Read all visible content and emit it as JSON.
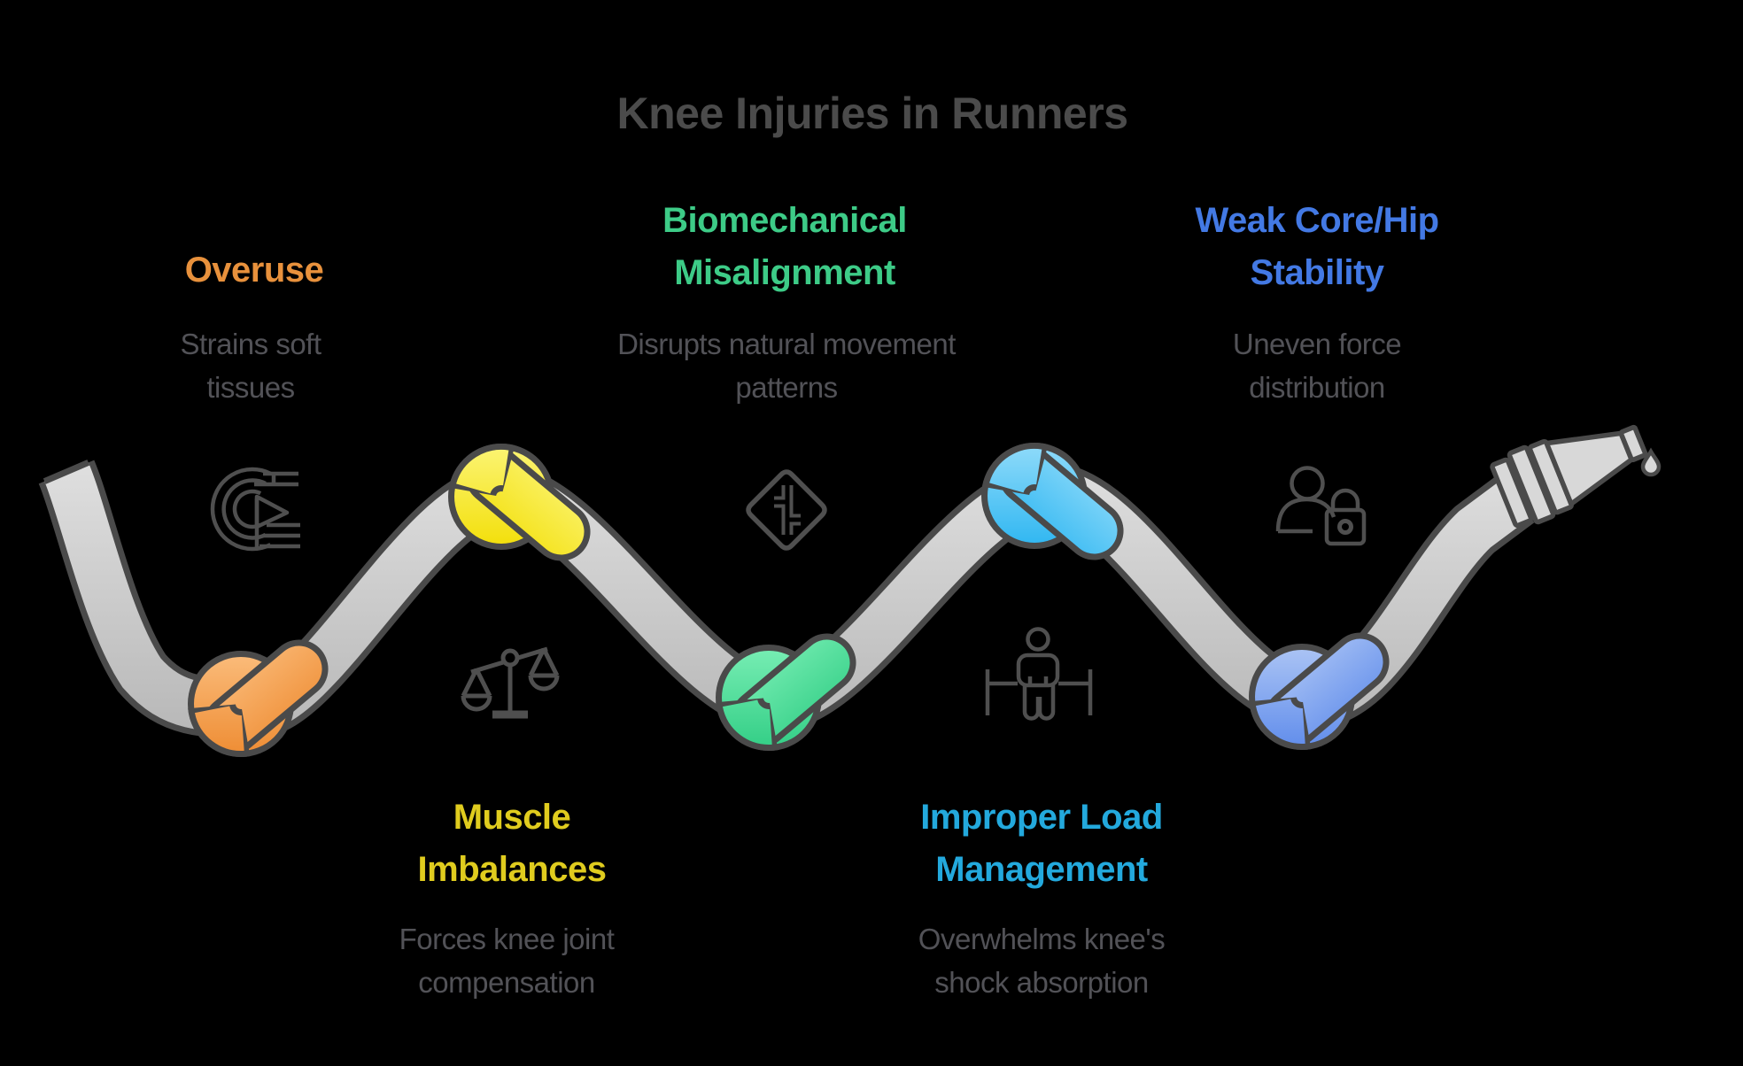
{
  "title": "Knee Injuries in Runners",
  "title_color": "#4B4B4B",
  "description_color": "#525257",
  "background_color": "#000000",
  "rope": {
    "style": "knotted rope winding left to right",
    "fill_light": "#e4e4e4",
    "fill_dark": "#b8b8b8",
    "outline": "#4a4a4a",
    "right_end": "hose-nozzle-with-water-drop"
  },
  "causes": [
    {
      "label": "Overuse",
      "description": "Strains soft tissues",
      "color": "#E8913C",
      "knot_gradient": [
        "#FBBE7E",
        "#EE8B31"
      ],
      "icon": "race-track-flag-icon",
      "row": "top"
    },
    {
      "label": "Muscle Imbalances",
      "description": "Forces knee joint compensation",
      "color": "#E0CC1E",
      "knot_gradient": [
        "#FCF578",
        "#F2DE05"
      ],
      "icon": "balance-scales-icon",
      "row": "bottom"
    },
    {
      "label": "Biomechanical Misalignment",
      "description": "Disrupts natural movement patterns",
      "color": "#3DCB87",
      "knot_gradient": [
        "#7BEFB6",
        "#30CD84"
      ],
      "icon": "staggered-junction-sign-icon",
      "row": "top"
    },
    {
      "label": "Improper Load Management",
      "description": "Overwhelms knee's shock absorption",
      "color": "#23A9DD",
      "knot_gradient": [
        "#93DCFA",
        "#2BB5F1"
      ],
      "icon": "weightlifter-barbell-icon",
      "row": "bottom"
    },
    {
      "label": "Weak Core/Hip Stability",
      "description": "Uneven force distribution",
      "color": "#4379E4",
      "knot_gradient": [
        "#AFC7F5",
        "#5E8BEB"
      ],
      "icon": "user-lock-icon",
      "row": "top"
    }
  ]
}
